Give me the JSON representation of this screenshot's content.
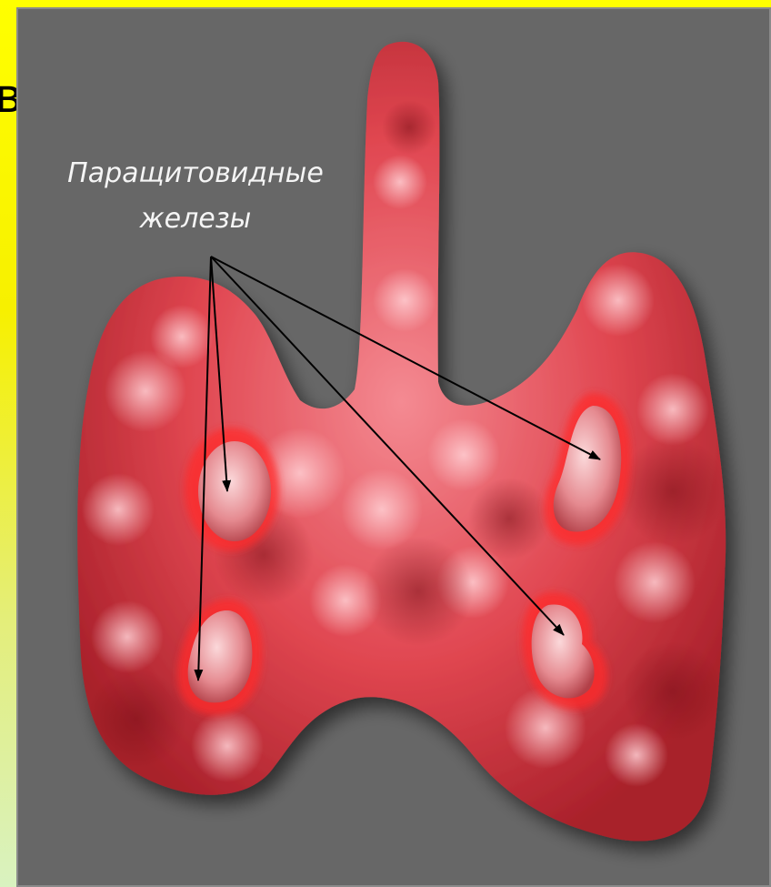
{
  "partial_letter": "в",
  "caption": {
    "line1": "Паращитовидные",
    "line2": "железы"
  },
  "colors": {
    "panel_background": "#676767",
    "outer_background": "#ffff00",
    "gland_fill": "#e6404a",
    "gland_highlight": "#f7a8ae",
    "parathyroid_outline": "#ff2a2a",
    "arrow_color": "#000000",
    "caption_color": "#f5f5f5"
  },
  "glands_count": 4
}
